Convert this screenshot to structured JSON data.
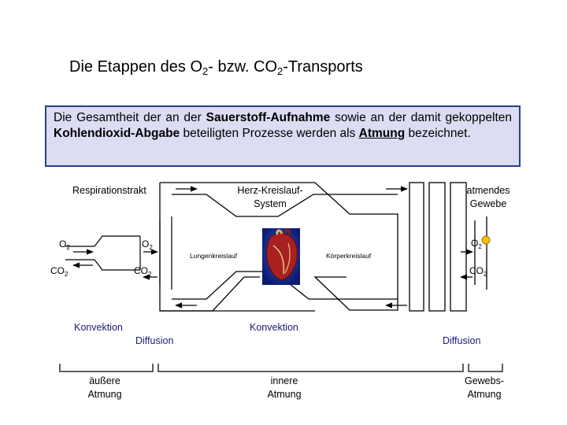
{
  "title": {
    "prefix": "Die Etappen des O",
    "sub1": "2",
    "mid": "- bzw. CO",
    "sub2": "2",
    "suffix": "-Transports"
  },
  "definition": {
    "t1": "Die Gesamtheit der an der ",
    "b1": "Sauerstoff-Aufnahme",
    "t2": " sowie an der damit gekoppelten ",
    "b2": "Kohlendioxid-Abgabe",
    "t3": " beteiligten Prozesse werden als ",
    "b3": "Atmung",
    "t4": " bezeichnet."
  },
  "labels": {
    "respirationstrakt": "Respirationstrakt",
    "herz_line1": "Herz-Kreislauf-",
    "herz_line2": "System",
    "gewebe_line1": "atmendes",
    "gewebe_line2": "Gewebe",
    "lungenkreislauf": "Lungenkreislauf",
    "koerperkreislauf": "Körperkreislauf"
  },
  "gases": {
    "o2": "O",
    "co2": "CO",
    "sub": "2"
  },
  "processes": {
    "konvektion": "Konvektion",
    "diffusion": "Diffusion"
  },
  "stages": {
    "aeussere_1": "äußere",
    "aeussere_2": "Atmung",
    "innere_1": "innere",
    "innere_2": "Atmung",
    "gewebs_1": "Gewebs-",
    "gewebs_2": "Atmung"
  },
  "colors": {
    "box_border": "#2a3f86",
    "box_fill": "#dcdcf2",
    "process_text": "#1a1a7a",
    "o2_marker": "#f2c200"
  }
}
